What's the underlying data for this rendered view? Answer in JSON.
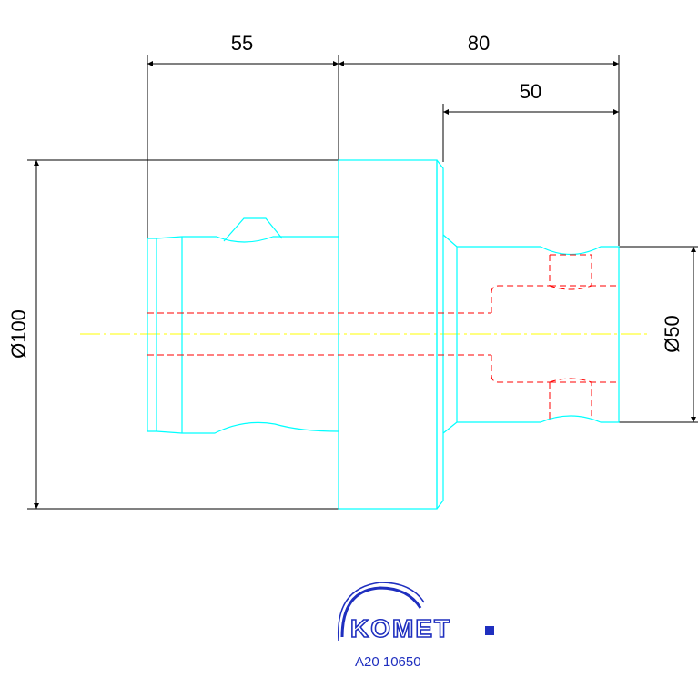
{
  "dimensions": {
    "length_left": "55",
    "length_right": "80",
    "length_shank": "50",
    "diameter_body": "Ø100",
    "diameter_shank": "Ø50"
  },
  "logo": {
    "text": "KOMET"
  },
  "part_number": "A20 10650",
  "colors": {
    "outline": "#00ffff",
    "hidden": "#ff0000",
    "centerline": "#ffff00",
    "dimension": "#000000",
    "logo": "#1f2fbf"
  }
}
